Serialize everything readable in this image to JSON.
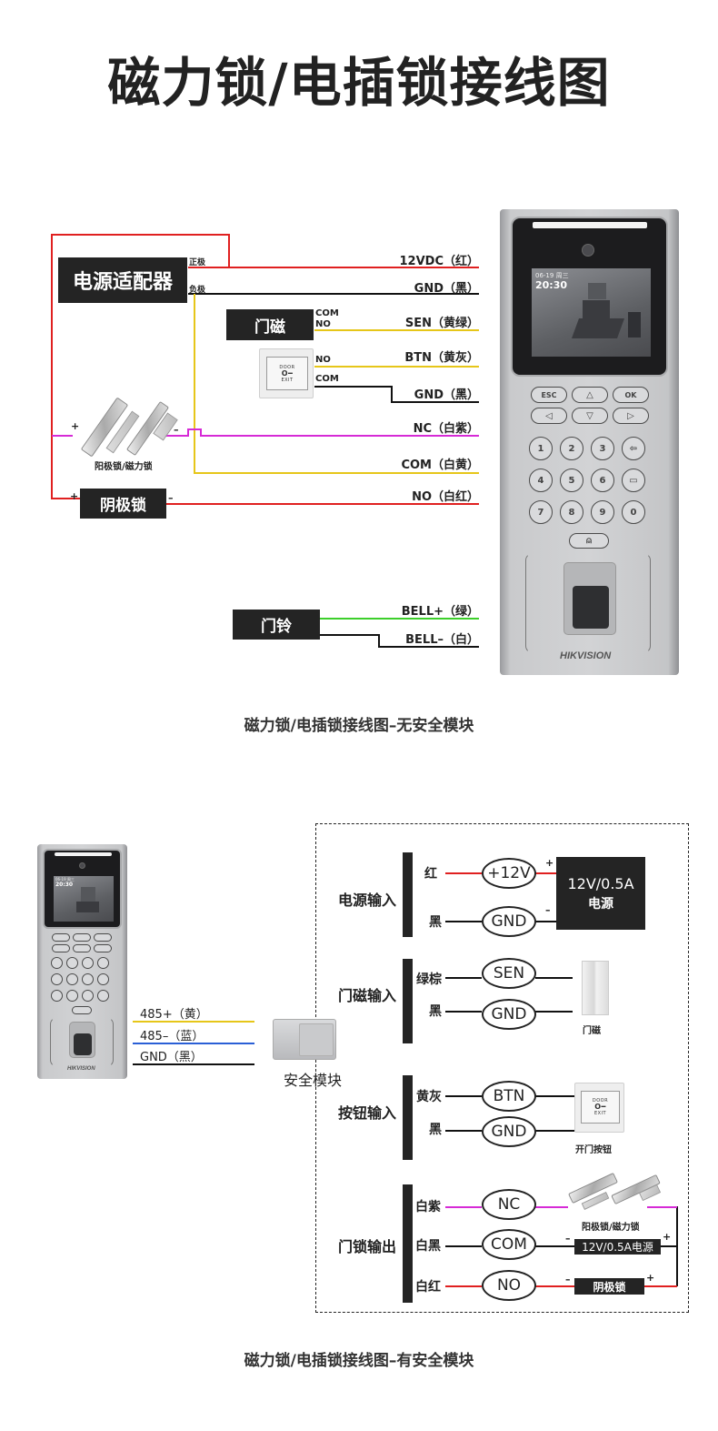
{
  "title": "磁力锁/电插锁接线图",
  "section1": {
    "caption": "磁力锁/电插锁接线图–无安全模块",
    "power_adapter": {
      "label": "电源适配器",
      "positive": "正极",
      "negative": "负极"
    },
    "door_contact": {
      "label": "门磁",
      "com": "COM",
      "no": "NO"
    },
    "exit_button": {
      "no": "NO",
      "com": "COM",
      "face_top": "DOOR",
      "face_bottom": "EXIT"
    },
    "wires": [
      {
        "label": "12VDC（红）",
        "color": "#e02020"
      },
      {
        "label": "GND（黑）",
        "color": "#111111"
      },
      {
        "label": "SEN（黄绿）",
        "color": "#e6c619"
      },
      {
        "label": "BTN（黄灰）",
        "color": "#e6c619"
      },
      {
        "label": "GND（黑）",
        "color": "#111111"
      },
      {
        "label": "NC（白紫）",
        "color": "#d62ad6"
      },
      {
        "label": "COM（白黄）",
        "color": "#e6c619"
      },
      {
        "label": "NO（白红）",
        "color": "#e02020"
      }
    ],
    "lock_pair_label": "阳极锁/磁力锁",
    "cathode_lock": {
      "label": "阴极锁",
      "plus": "+",
      "minus": "–"
    },
    "anode_lock_signs": {
      "plus": "+",
      "minus": "–"
    },
    "doorbell": {
      "label": "门铃",
      "bell_plus": "BELL+（绿）",
      "bell_minus": "BELL–（白）",
      "green": "#3ccf2a"
    },
    "device": {
      "date": "06-19 周三",
      "time": "20:30",
      "brand": "HIKVISION",
      "keys": [
        [
          "ESC",
          "△",
          "OK"
        ],
        [
          "◁",
          "▽",
          "▷"
        ],
        [
          "1",
          "2",
          "3",
          "⇦"
        ],
        [
          "4",
          "5",
          "6",
          "▭"
        ],
        [
          "7",
          "8",
          "9",
          "0"
        ]
      ],
      "bell_key": "⍝"
    }
  },
  "section2": {
    "caption": "磁力锁/电插锁接线图–有安全模块",
    "rs485": [
      {
        "label": "485+（黄）",
        "color": "#e6c619"
      },
      {
        "label": "485–（蓝）",
        "color": "#2a5fd6"
      },
      {
        "label": "GND（黑）",
        "color": "#111111"
      }
    ],
    "security_module_label": "安全模块",
    "groups": [
      {
        "name": "电源输入",
        "rows": [
          {
            "color_label": "红",
            "terminal": "+12V",
            "wire": "#e02020"
          },
          {
            "color_label": "黑",
            "terminal": "GND",
            "wire": "#111111"
          }
        ]
      },
      {
        "name": "门磁输入",
        "rows": [
          {
            "color_label": "绿棕",
            "terminal": "SEN",
            "wire": "#111111"
          },
          {
            "color_label": "黑",
            "terminal": "GND",
            "wire": "#111111"
          }
        ]
      },
      {
        "name": "按钮输入",
        "rows": [
          {
            "color_label": "黄灰",
            "terminal": "BTN",
            "wire": "#111111"
          },
          {
            "color_label": "黑",
            "terminal": "GND",
            "wire": "#111111"
          }
        ]
      },
      {
        "name": "门锁输出",
        "rows": [
          {
            "color_label": "白紫",
            "terminal": "NC",
            "wire": "#d62ad6"
          },
          {
            "color_label": "白黑",
            "terminal": "COM",
            "wire": "#111111"
          },
          {
            "color_label": "白红",
            "terminal": "NO",
            "wire": "#e02020"
          }
        ]
      }
    ],
    "psu": {
      "line1": "12V/0.5A",
      "line2": "电源",
      "plus": "+",
      "minus": "–"
    },
    "door_sensor_label": "门磁",
    "exit_button_label": "开门按钮",
    "lock_pair_label": "阳极锁/磁力锁",
    "lock_psu_label": "12V/0.5A电源",
    "cathode_lock_label": "阴极锁",
    "signs": {
      "plus": "+",
      "minus": "–"
    }
  }
}
